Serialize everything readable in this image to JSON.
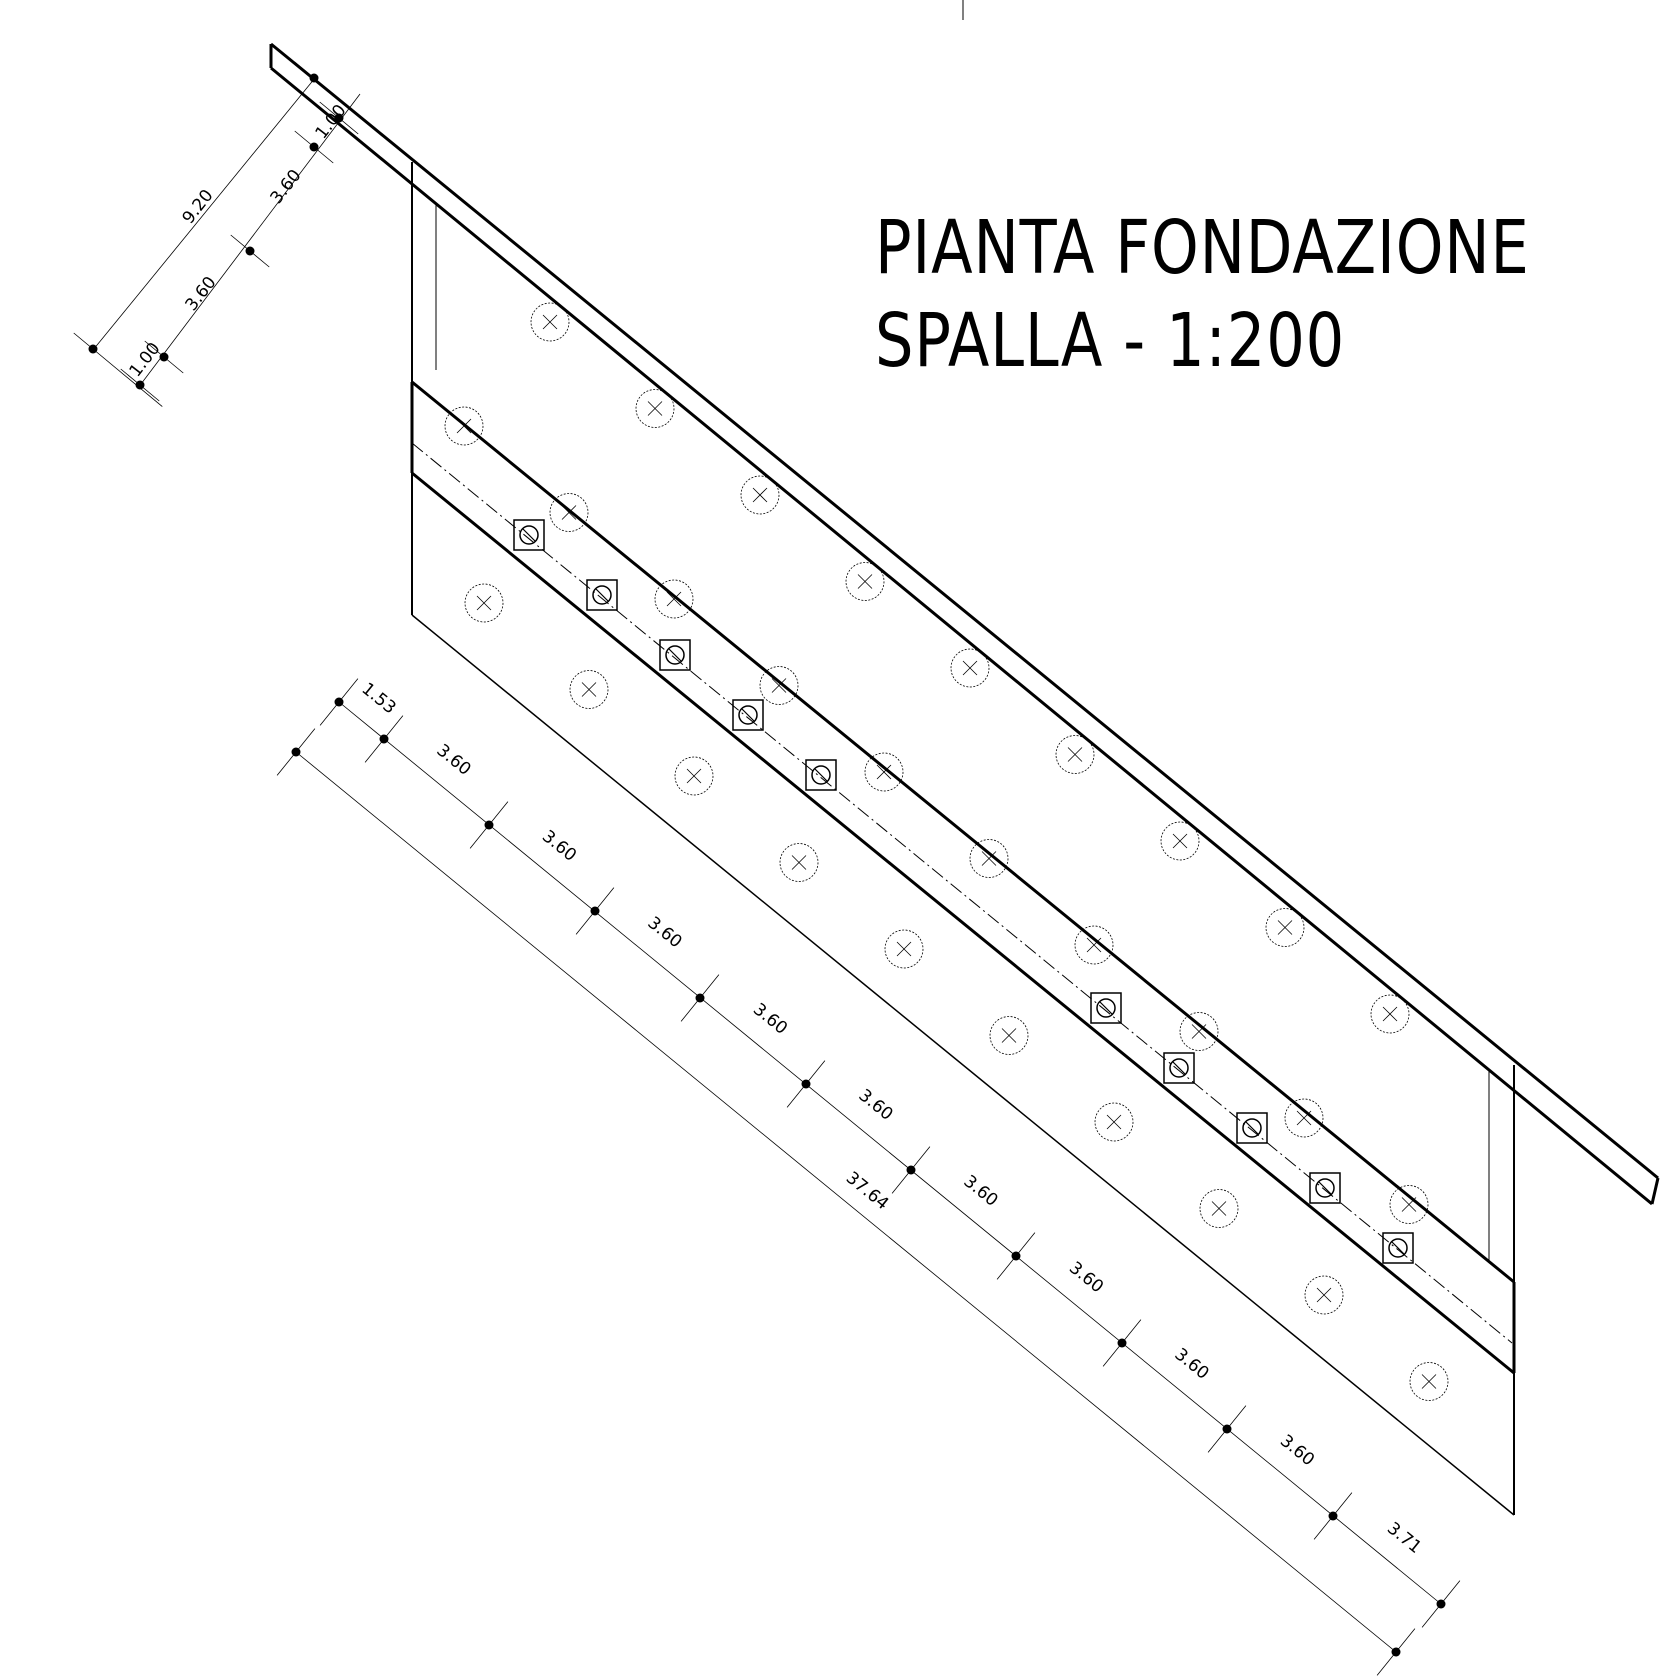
{
  "title": {
    "line1": "PIANTA FONDAZIONE",
    "line2": "SPALLA - 1:200"
  },
  "dims_left": {
    "total": "9.20",
    "segments": [
      "1.00",
      "3.60",
      "3.60",
      "1.00"
    ]
  },
  "dims_bottom": {
    "total": "37.64",
    "segments": [
      "1.53",
      "3.60",
      "3.60",
      "3.60",
      "3.60",
      "3.60",
      "3.60",
      "3.60",
      "3.60",
      "3.60",
      "3.71"
    ]
  },
  "symbols": {
    "pile": "pile-circle-x-icon",
    "bearing": "bearing-square-circle-icon"
  }
}
